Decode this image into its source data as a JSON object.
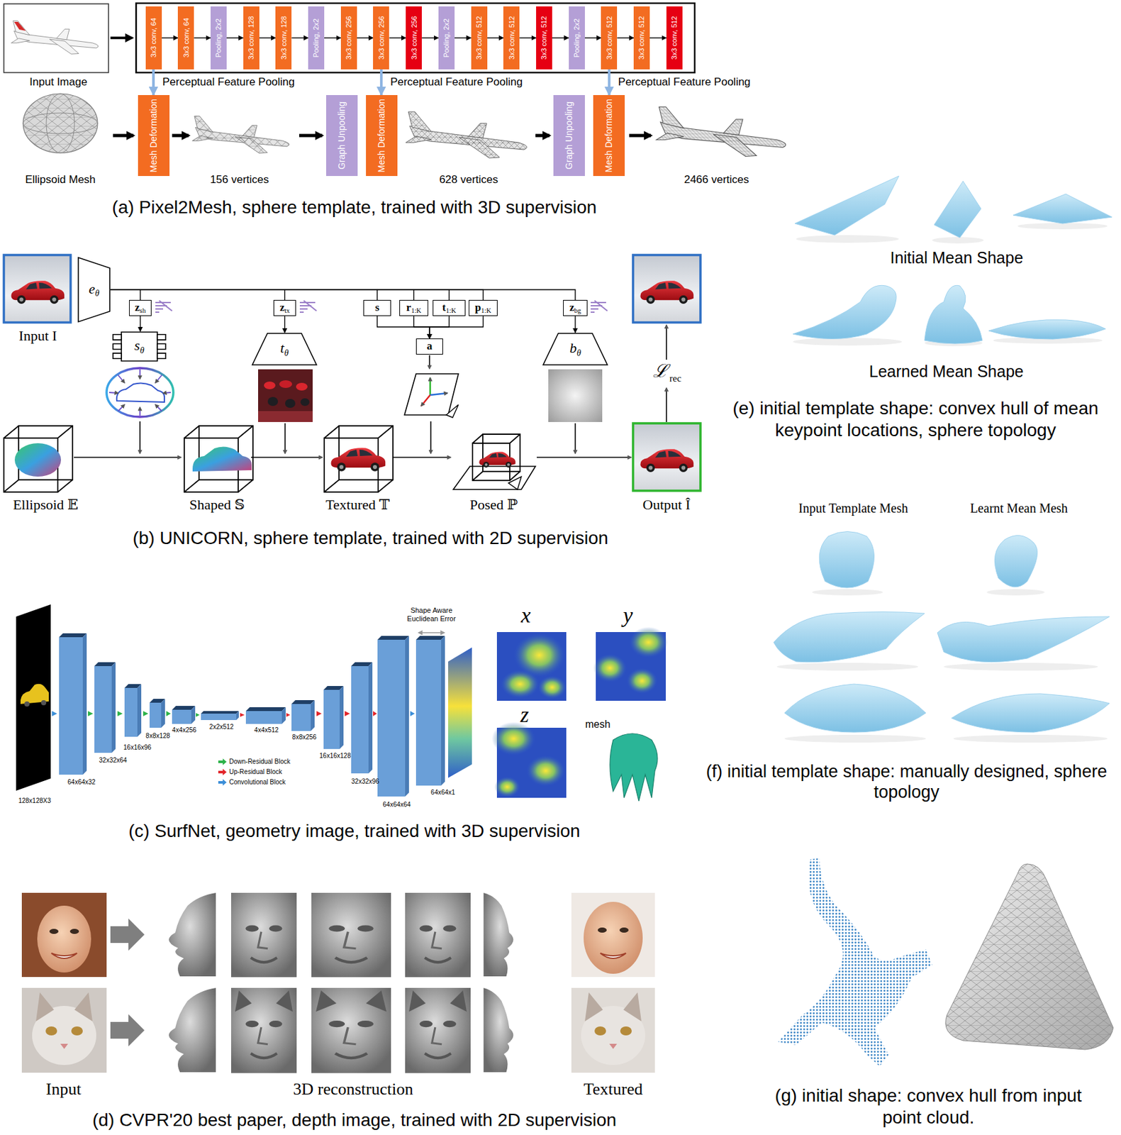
{
  "diagram": {
    "nodes": [
      {
        "text": [
          "3x3 conv, 64"
        ]
      },
      {
        "text": [
          "3x3 conv, 64"
        ]
      },
      {
        "text": [
          "Pooling, 2x2"
        ]
      },
      {
        "text": [
          "3x3 conv, 128"
        ]
      },
      {
        "text": [
          "3x3 conv, 128"
        ]
      },
      {
        "text": [
          "Pooling, 2x2"
        ]
      },
      {
        "text": [
          "3x3 conv, 256"
        ]
      },
      {
        "text": [
          "3x3 conv, 256"
        ]
      },
      {
        "text": [
          "3x3 conv, 256"
        ]
      },
      {
        "text": [
          "Pooling, 2x2"
        ]
      },
      {
        "text": [
          "3x3 conv, 512"
        ]
      },
      {
        "text": [
          "3x3 conv, 512"
        ]
      },
      {
        "text": [
          "3x3 conv, 512"
        ]
      },
      {
        "text": [
          "Pooling, 2x2"
        ]
      },
      {
        "text": [
          "3x3 conv, 512"
        ]
      },
      {
        "text": [
          "3x3 conv, 512"
        ]
      },
      {
        "text": [
          "3x3 conv, 512"
        ]
      },
      {
        "text": [
          "Mesh Deformation"
        ]
      },
      {
        "text": [
          "Graph Unpooling"
        ]
      },
      {
        "text": [
          "Mesh Deformation"
        ]
      },
      {
        "text": [
          "Graph Unpooling"
        ]
      },
      {
        "text": [
          "Mesh Deformation"
        ]
      },
      {
        "text": [
          "e",
          "θ"
        ]
      },
      {
        "text": [
          "z",
          "sh"
        ]
      },
      {
        "text": [
          "z",
          "tx"
        ]
      },
      {
        "text": [
          "s"
        ]
      },
      {
        "text": [
          "r",
          "1:K"
        ]
      },
      {
        "text": [
          "t",
          "1:K"
        ]
      },
      {
        "text": [
          "p",
          "1:K"
        ]
      },
      {
        "text": [
          "z",
          "bg"
        ]
      },
      {
        "text": [
          "s",
          "θ"
        ]
      },
      {
        "text": [
          "t",
          "θ"
        ]
      },
      {
        "text": [
          "a"
        ]
      },
      {
        "text": [
          "b",
          "θ"
        ]
      }
    ],
    "edges": [
      {
        "from": 0,
        "to": 1,
        "arrow": "to"
      },
      {
        "from": 1,
        "to": 2,
        "arrow": "to"
      },
      {
        "from": 2,
        "to": 3,
        "arrow": "to"
      },
      {
        "from": 3,
        "to": 4,
        "arrow": "to"
      },
      {
        "from": 4,
        "to": 5,
        "arrow": "to"
      },
      {
        "from": 5,
        "to": 6,
        "arrow": "to"
      },
      {
        "from": 6,
        "to": 7,
        "arrow": "to"
      },
      {
        "from": 7,
        "to": 8,
        "arrow": "to"
      },
      {
        "from": 8,
        "to": 9,
        "arrow": "to"
      },
      {
        "from": 9,
        "to": 10,
        "arrow": "to"
      },
      {
        "from": 10,
        "to": 11,
        "arrow": "to"
      },
      {
        "from": 11,
        "to": 12,
        "arrow": "to"
      },
      {
        "from": 12,
        "to": 13,
        "arrow": "to"
      },
      {
        "from": 13,
        "to": 14,
        "arrow": "to"
      },
      {
        "from": 14,
        "to": 15,
        "arrow": "to"
      },
      {
        "from": 15,
        "to": 16,
        "arrow": "to"
      },
      {
        "from": 0,
        "to": 17,
        "label": "Perceptual Feature Pooling",
        "arrow": "to"
      },
      {
        "from": 7,
        "to": 19,
        "label": "Perceptual Feature Pooling",
        "arrow": "to"
      },
      {
        "from": 14,
        "to": 21,
        "label": "Perceptual Feature Pooling",
        "arrow": "to"
      },
      {
        "from": 22,
        "to": 23,
        "arrow": "none"
      },
      {
        "from": 22,
        "to": 24,
        "arrow": "none"
      },
      {
        "from": 22,
        "to": 25,
        "arrow": "none"
      },
      {
        "from": 22,
        "to": 26,
        "arrow": "none"
      },
      {
        "from": 22,
        "to": 27,
        "arrow": "none"
      },
      {
        "from": 22,
        "to": 28,
        "arrow": "none"
      },
      {
        "from": 22,
        "to": 29,
        "arrow": "none"
      },
      {
        "from": 23,
        "to": 30,
        "arrow": "to"
      },
      {
        "from": 24,
        "to": 31,
        "arrow": "to"
      },
      {
        "from": 25,
        "to": 32,
        "arrow": "to"
      },
      {
        "from": 26,
        "to": 32,
        "arrow": "to"
      },
      {
        "from": 27,
        "to": 32,
        "arrow": "to"
      },
      {
        "from": 28,
        "to": 32,
        "arrow": "to"
      },
      {
        "from": 29,
        "to": 33,
        "arrow": "to"
      }
    ],
    "labels": [
      "Input Image",
      "Ellipsoid Mesh",
      "156 vertices",
      "628 vertices",
      "2466 vertices",
      "(a) Pixel2Mesh, sphere template, trained with 3D supervision",
      "Input I",
      "ℒ",
      "rec",
      "Ellipsoid 𝔼",
      "Shaped 𝕊",
      "Textured 𝕋",
      "Posed ℙ",
      "Output Î",
      "(b) UNICORN, sphere template, trained with 2D supervision",
      "128x128X3",
      "64x64x32",
      "32x32x64",
      "16x16x96",
      "8x8x128",
      "4x4x256",
      "2x2x512",
      "4x4x512",
      "8x8x256",
      "16x16x128",
      "32x32x96",
      "64x64x64",
      "64x64x1",
      "Shape Aware Euclidean Error",
      "x",
      "y",
      "z",
      "mesh",
      "(c) SurfNet, geometry image, trained with 3D supervision",
      "Input",
      "3D reconstruction",
      "Textured",
      "(d) CVPR'20 best paper, depth image, trained with 2D supervision",
      "Initial Mean Shape",
      "Learned Mean Shape",
      "(e) initial template shape: convex hull of mean keypoint locations, sphere topology",
      "Input Template Mesh",
      "Learnt Mean Mesh",
      "(f) initial template shape: manually designed, sphere topology",
      "(g) initial shape: convex hull from input point cloud."
    ],
    "legend": [
      {
        "text": "Down-Residual Block"
      },
      {
        "text": "Up-Residual Block"
      },
      {
        "text": "Convolutional Block"
      }
    ]
  }
}
